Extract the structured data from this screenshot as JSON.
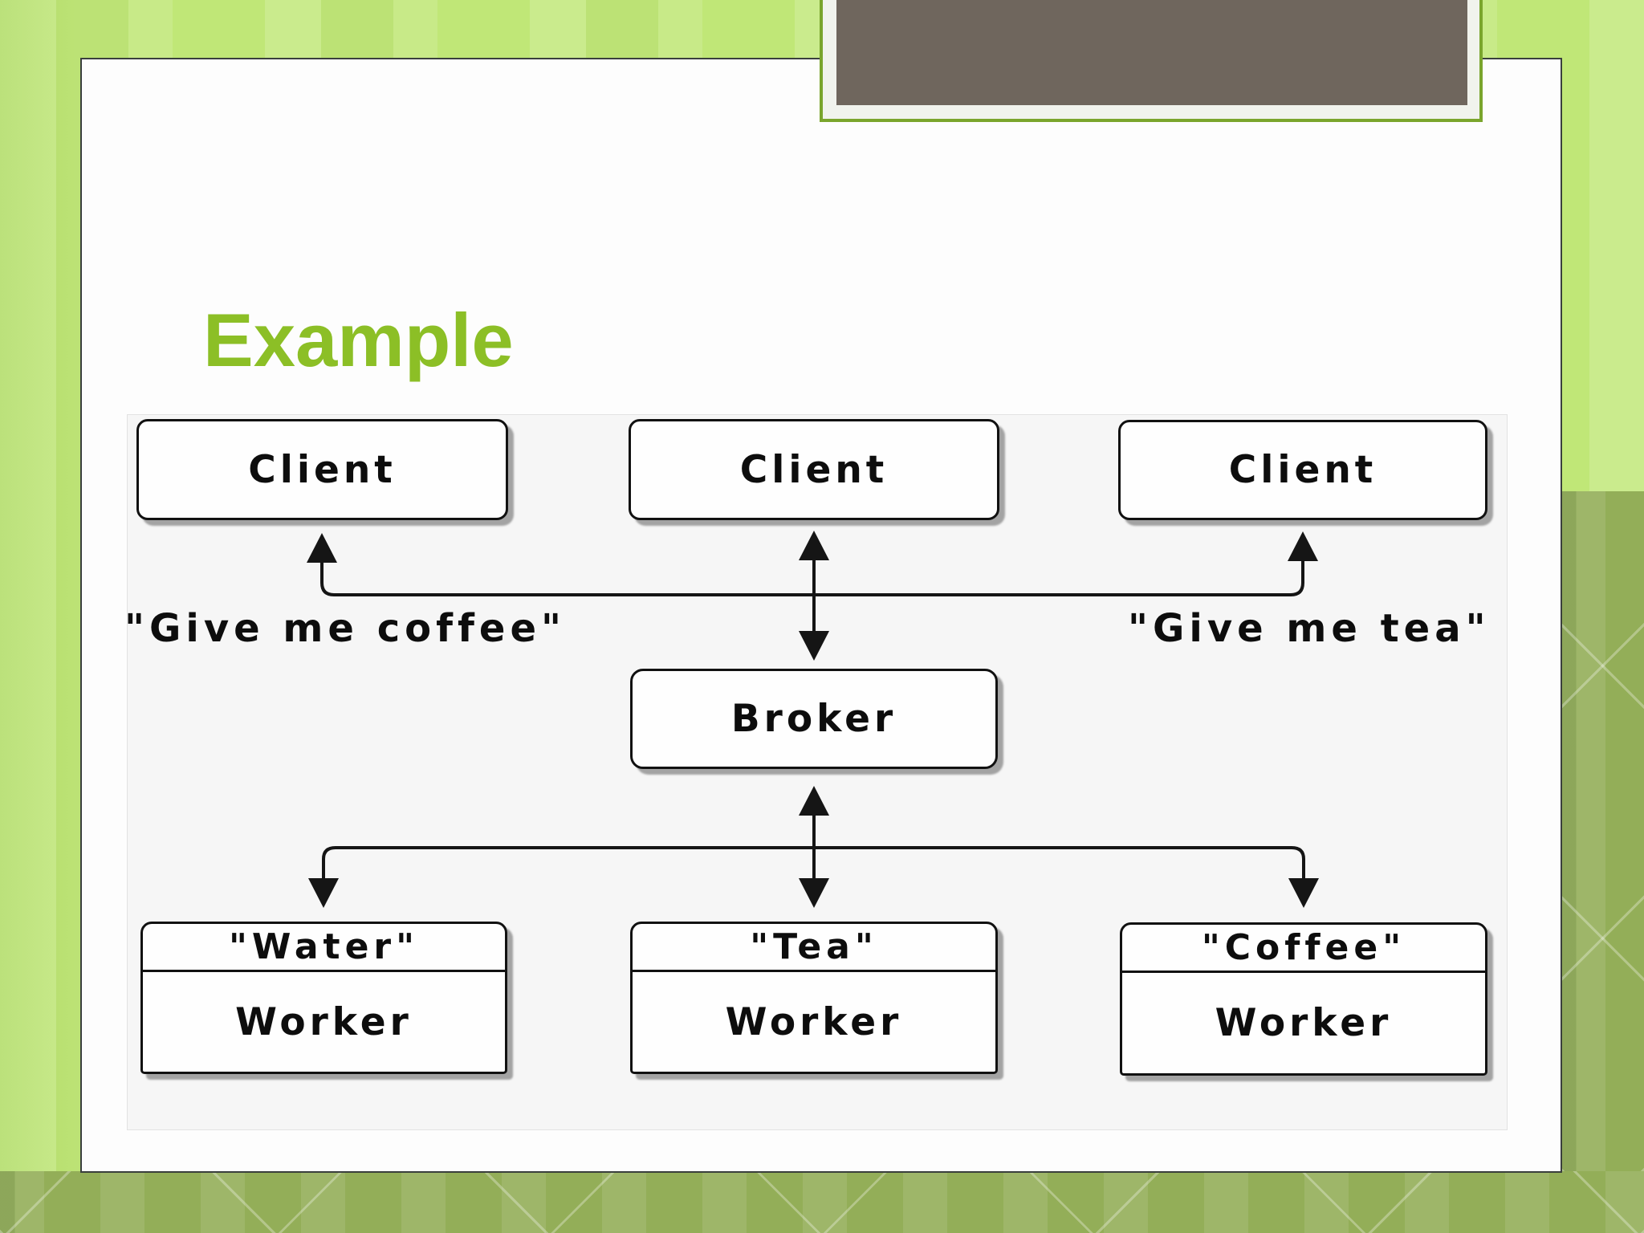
{
  "slide": {
    "title": "Example"
  },
  "diagram": {
    "clients": [
      {
        "label": "Client"
      },
      {
        "label": "Client"
      },
      {
        "label": "Client"
      }
    ],
    "broker": {
      "label": "Broker"
    },
    "workers": [
      {
        "header": "\"Water\"",
        "body": "Worker"
      },
      {
        "header": "\"Tea\"",
        "body": "Worker"
      },
      {
        "header": "\"Coffee\"",
        "body": "Worker"
      }
    ],
    "labels": {
      "left": "\"Give me coffee\"",
      "right": "\"Give me tea\""
    }
  },
  "colors": {
    "background_lime": "#c0e777",
    "decor_olive": "#93ae58",
    "title_green": "#8CBF26",
    "frame_green_border": "#7aa52d",
    "frame_light_fill": "#f1f3ed",
    "accent_dark_box": "#6f665d",
    "slide_fill": "#fdfdfd",
    "slide_border": "#3a3f3d",
    "diagram_panel": "#f6f6f6",
    "line_black": "#151515"
  }
}
